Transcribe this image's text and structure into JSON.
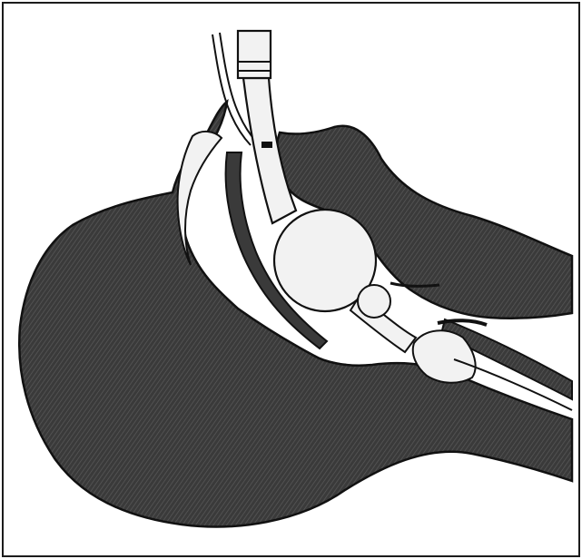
{
  "figure": {
    "style": "monochrome line illustration",
    "colors": {
      "background": "#ffffff",
      "frame": "#1c1c1c",
      "tissue_fill": "#3a3a3a",
      "tissue_hatch": "#5a5a5a",
      "lumen_fill": "#f2f2f2",
      "outline": "#111111"
    },
    "icons": [
      "endotracheal-tube",
      "inflated-cuff",
      "pilot-line",
      "laryngoscope-blade"
    ]
  }
}
